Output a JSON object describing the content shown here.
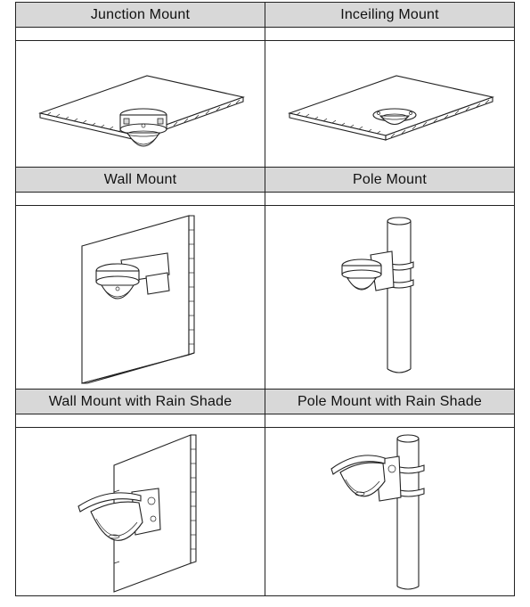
{
  "mount_table": {
    "rows": [
      {
        "left": {
          "label": "Junction Mount",
          "illustration": "camera-ceiling-junction-mount"
        },
        "right": {
          "label": "Inceiling Mount",
          "illustration": "camera-inceiling-mount"
        }
      },
      {
        "left": {
          "label": "Wall Mount",
          "illustration": "camera-wall-mount"
        },
        "right": {
          "label": "Pole Mount",
          "illustration": "camera-pole-mount"
        }
      },
      {
        "left": {
          "label": "Wall Mount with Rain Shade",
          "illustration": "camera-wall-mount-rain-shade"
        },
        "right": {
          "label": "Pole Mount with Rain Shade",
          "illustration": "camera-pole-mount-rain-shade"
        }
      }
    ]
  }
}
